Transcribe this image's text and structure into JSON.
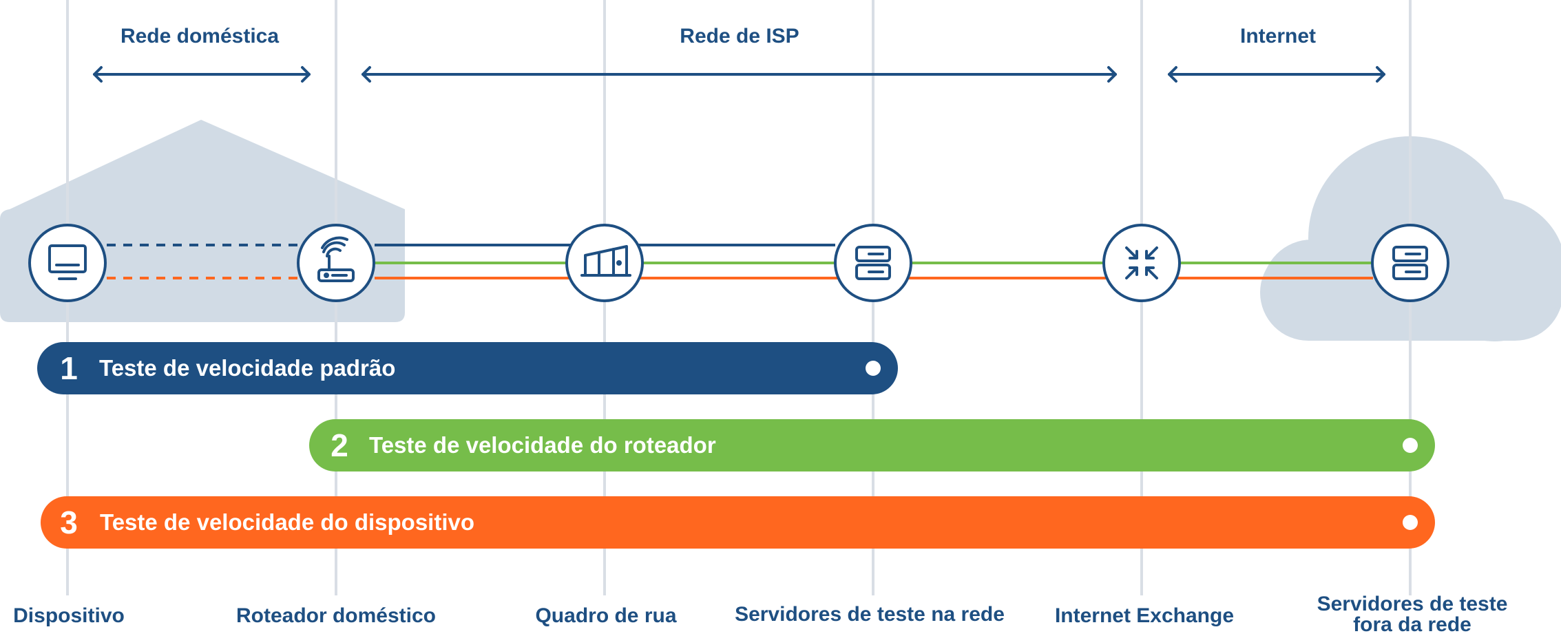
{
  "colors": {
    "navy": "#1e4f82",
    "green": "#76bd4a",
    "orange": "#ff671f",
    "gray_shape": "#d1dbe5",
    "gray_line": "#d9dee5"
  },
  "segments": [
    {
      "label": "Rede doméstica"
    },
    {
      "label": "Rede de ISP"
    },
    {
      "label": "Internet"
    }
  ],
  "nodes": [
    {
      "label": "Dispositivo",
      "icon": "laptop-icon"
    },
    {
      "label": "Roteador doméstico",
      "icon": "router-icon"
    },
    {
      "label": "Quadro de rua",
      "icon": "street-cabinet-icon"
    },
    {
      "label": "Servidores de teste na rede",
      "icon": "server-icon"
    },
    {
      "label": "Internet Exchange",
      "icon": "exchange-arrows-icon"
    },
    {
      "label": "Servidores de teste fora da rede",
      "icon": "server-icon"
    }
  ],
  "tests": [
    {
      "number": "1",
      "label": "Teste de velocidade padrão",
      "color": "#1e4f82"
    },
    {
      "number": "2",
      "label": "Teste de velocidade do roteador",
      "color": "#76bd4a"
    },
    {
      "number": "3",
      "label": "Teste de velocidade do dispositivo",
      "color": "#ff671f"
    }
  ]
}
